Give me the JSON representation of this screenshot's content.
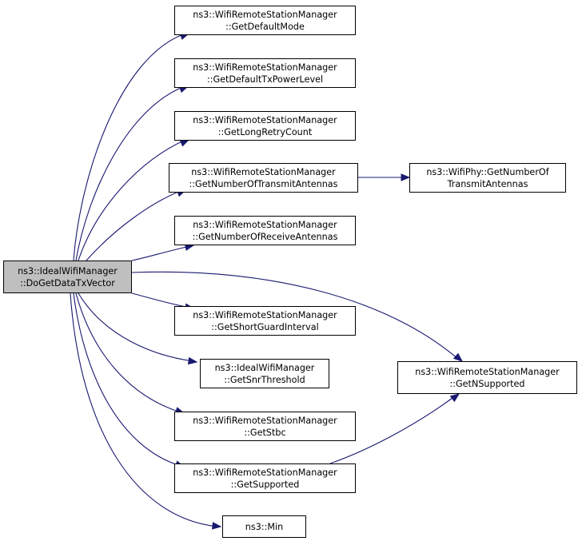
{
  "colors": {
    "edge": "#191970",
    "root_fill": "#bfbfbf",
    "node_fill": "#ffffff",
    "border": "#000000"
  },
  "root": {
    "line1": "ns3::IdealWifiManager",
    "line2": "::DoGetDataTxVector"
  },
  "nodes": {
    "get_default_mode": {
      "line1": "ns3::WifiRemoteStationManager",
      "line2": "::GetDefaultMode"
    },
    "get_default_tx_power": {
      "line1": "ns3::WifiRemoteStationManager",
      "line2": "::GetDefaultTxPowerLevel"
    },
    "get_long_retry": {
      "line1": "ns3::WifiRemoteStationManager",
      "line2": "::GetLongRetryCount"
    },
    "get_num_tx_antennas": {
      "line1": "ns3::WifiRemoteStationManager",
      "line2": "::GetNumberOfTransmitAntennas"
    },
    "phy_get_num_tx_antennas": {
      "line1": "ns3::WifiPhy::GetNumberOf",
      "line2": "TransmitAntennas"
    },
    "get_num_rx_antennas": {
      "line1": "ns3::WifiRemoteStationManager",
      "line2": "::GetNumberOfReceiveAntennas"
    },
    "get_short_guard": {
      "line1": "ns3::WifiRemoteStationManager",
      "line2": "::GetShortGuardInterval"
    },
    "get_snr_threshold": {
      "line1": "ns3::IdealWifiManager",
      "line2": "::GetSnrThreshold"
    },
    "get_n_supported": {
      "line1": "ns3::WifiRemoteStationManager",
      "line2": "::GetNSupported"
    },
    "get_stbc": {
      "line1": "ns3::WifiRemoteStationManager",
      "line2": "::GetStbc"
    },
    "get_supported": {
      "line1": "ns3::WifiRemoteStationManager",
      "line2": "::GetSupported"
    },
    "min": {
      "line1": "ns3::Min"
    }
  },
  "edges": [
    {
      "from": "root",
      "to": "get_default_mode"
    },
    {
      "from": "root",
      "to": "get_default_tx_power"
    },
    {
      "from": "root",
      "to": "get_long_retry"
    },
    {
      "from": "root",
      "to": "get_num_tx_antennas"
    },
    {
      "from": "get_num_tx_antennas",
      "to": "phy_get_num_tx_antennas"
    },
    {
      "from": "root",
      "to": "get_num_rx_antennas"
    },
    {
      "from": "root",
      "to": "get_n_supported"
    },
    {
      "from": "root",
      "to": "get_short_guard"
    },
    {
      "from": "root",
      "to": "get_snr_threshold"
    },
    {
      "from": "root",
      "to": "get_stbc"
    },
    {
      "from": "root",
      "to": "get_supported"
    },
    {
      "from": "get_supported",
      "to": "get_n_supported"
    },
    {
      "from": "root",
      "to": "min"
    }
  ]
}
